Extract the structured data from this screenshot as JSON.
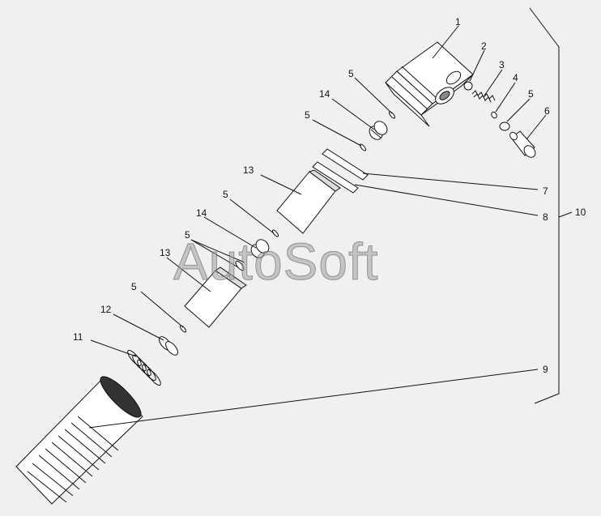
{
  "watermark": "AutoSoft",
  "callouts": [
    {
      "id": "c1",
      "text": "1"
    },
    {
      "id": "c2",
      "text": "2"
    },
    {
      "id": "c3",
      "text": "3"
    },
    {
      "id": "c4",
      "text": "4"
    },
    {
      "id": "c5a",
      "text": "5"
    },
    {
      "id": "c5b",
      "text": "5"
    },
    {
      "id": "c6",
      "text": "6"
    },
    {
      "id": "c14a",
      "text": "14"
    },
    {
      "id": "c5c",
      "text": "5"
    },
    {
      "id": "c7",
      "text": "7"
    },
    {
      "id": "c8",
      "text": "8"
    },
    {
      "id": "c10",
      "text": "10"
    },
    {
      "id": "c13a",
      "text": "13"
    },
    {
      "id": "c5d",
      "text": "5"
    },
    {
      "id": "c14b",
      "text": "14"
    },
    {
      "id": "c5e",
      "text": "5"
    },
    {
      "id": "c13b",
      "text": "13"
    },
    {
      "id": "c5f",
      "text": "5"
    },
    {
      "id": "c12",
      "text": "12"
    },
    {
      "id": "c11",
      "text": "11"
    },
    {
      "id": "c9",
      "text": "9"
    }
  ],
  "colors": {
    "background": "#f0f0f0",
    "line": "#111111",
    "watermark": "#a0a0a0"
  }
}
